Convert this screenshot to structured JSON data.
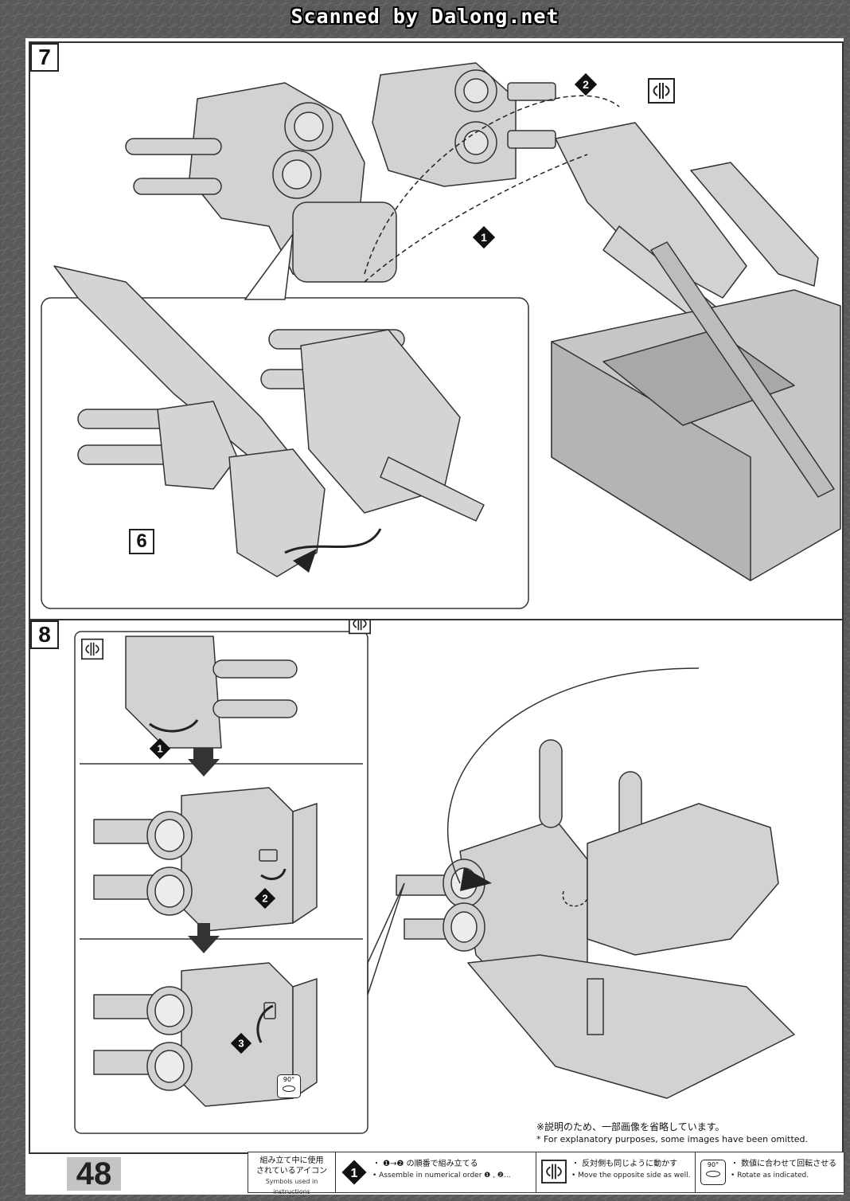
{
  "watermark": "Scanned by Dalong.net",
  "page_number": "48",
  "steps": [
    {
      "number": "7",
      "sub_numbers": [
        "1",
        "2"
      ],
      "callout_number": "6"
    },
    {
      "number": "8",
      "sub_numbers": [
        "1",
        "2",
        "3"
      ],
      "angle": "90°"
    }
  ],
  "note": {
    "jp": "※説明のため、一部画像を省略しています。",
    "en": "* For explanatory purposes, some images have been omitted."
  },
  "legend": {
    "title_jp_line1": "組み立て中に使用",
    "title_jp_line2": "されているアイコン",
    "title_en": "Symbols used in instructions",
    "numerical": {
      "jp": "・ ❶→❷ の順番で組み立てる",
      "en": "• Assemble in numerical order ❶ , ❷..."
    },
    "opposite": {
      "jp": "・ 反対側も同じように動かす",
      "en": "• Move the opposite side as well."
    },
    "rotate": {
      "jp": "・ 数値に合わせて回転させる",
      "en": "• Rotate as indicated.",
      "angle": "90°"
    }
  },
  "colors": {
    "background": "#56585a",
    "paper": "#ffffff",
    "line": "#333333",
    "part_fill": "#d2d2d2"
  }
}
